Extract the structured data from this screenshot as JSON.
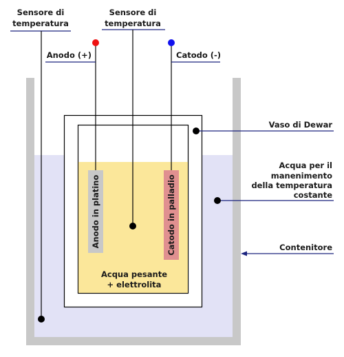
{
  "labels": {
    "sensor_left_1": "Sensore di",
    "sensor_left_2": "temperatura",
    "sensor_center_1": "Sensore di",
    "sensor_center_2": "temperatura",
    "anode": "Anodo (+)",
    "cathode": "Catodo (-)",
    "dewar": "Vaso di Dewar",
    "bath_1": "Acqua per il",
    "bath_2": "manenimento",
    "bath_3": "della temperatura",
    "bath_4": "costante",
    "container": "Contenitore",
    "electrolyte_1": "Acqua pesante",
    "electrolyte_2": "+ elettrolita",
    "anode_electrode": "Anodo in platino",
    "cathode_electrode": "Catodo in palladio"
  },
  "colors": {
    "container_wall": "#c8c8c8",
    "bath_water": "#e2e2f6",
    "dewar_fill": "#ffffff",
    "dewar_stroke": "#000000",
    "electrolyte": "#fbe79a",
    "anode_electrode": "#c8c8c8",
    "cathode_electrode": "#e09090",
    "anode_terminal": "#ee1111",
    "cathode_terminal": "#1111ee",
    "leader_line": "#1a237e"
  }
}
